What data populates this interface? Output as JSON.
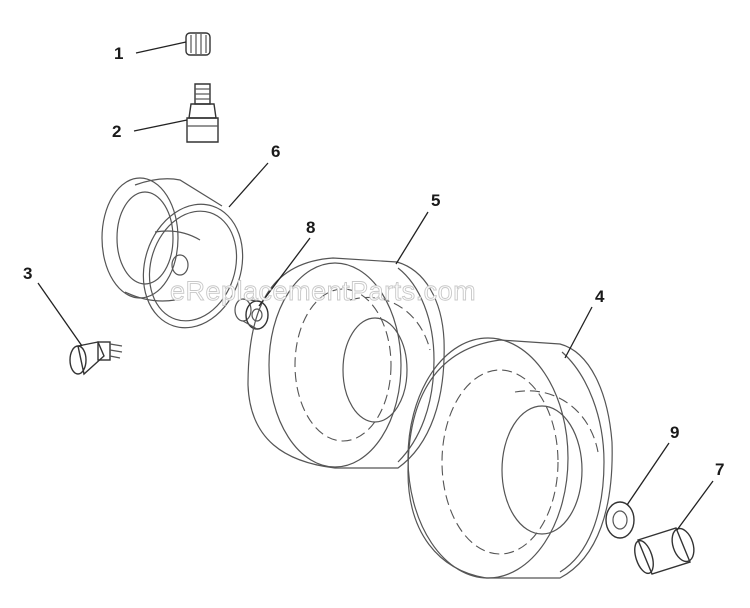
{
  "watermark": "eReplacementParts.com",
  "callouts": [
    "1",
    "2",
    "3",
    "4",
    "5",
    "6",
    "7",
    "8",
    "9"
  ]
}
